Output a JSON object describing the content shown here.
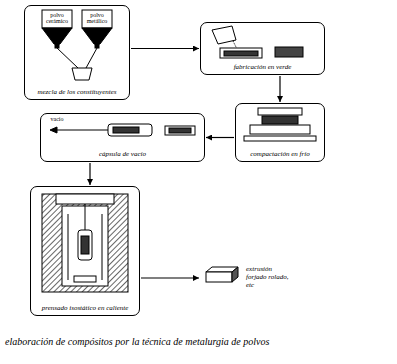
{
  "diagram": {
    "caption": "elaboración de compósitos por la técnica de metalurgia de polvos",
    "nodes": [
      {
        "text": [
          "mezcla de los constituyentes"
        ]
      },
      {
        "text": [
          "fabricación en verde"
        ]
      },
      {
        "text": [
          "compactación en frío"
        ]
      },
      {
        "text": [
          "cápsula de vacío"
        ]
      },
      {
        "text": [
          "prensado isostático en caliente"
        ]
      },
      {
        "text": [
          "extrusión forjado rolado, etc"
        ]
      }
    ],
    "edges": [
      {
        "from": 0,
        "to": 1,
        "arrow": "to"
      },
      {
        "from": 1,
        "to": 2,
        "arrow": "to"
      },
      {
        "from": 2,
        "to": 3,
        "arrow": "to"
      },
      {
        "from": 3,
        "to": 4,
        "arrow": "to"
      },
      {
        "from": 4,
        "to": 5,
        "arrow": "to"
      }
    ],
    "labels": [
      "polvo cerámico",
      "polvo metálico",
      "vacío"
    ]
  }
}
